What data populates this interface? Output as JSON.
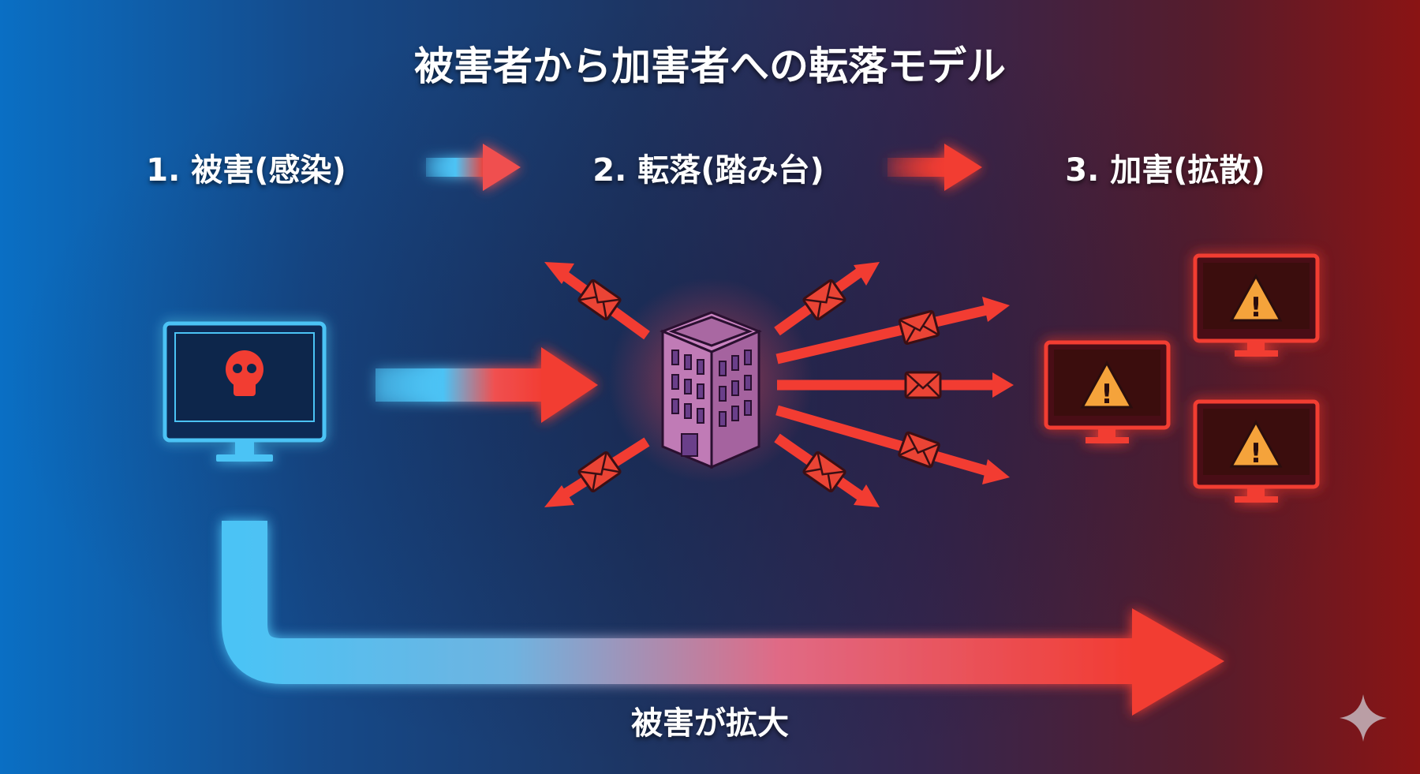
{
  "title": "被害者から加害者への転落モデル",
  "steps": [
    {
      "label": "1. 被害(感染)"
    },
    {
      "label": "2. 転落(踏み台)"
    },
    {
      "label": "3. 加害(拡散)"
    }
  ],
  "bottom_label": "被害が拡大",
  "colors": {
    "blue": "#4cc3f5",
    "red": "#f23c32",
    "building": "#b56aa8"
  }
}
